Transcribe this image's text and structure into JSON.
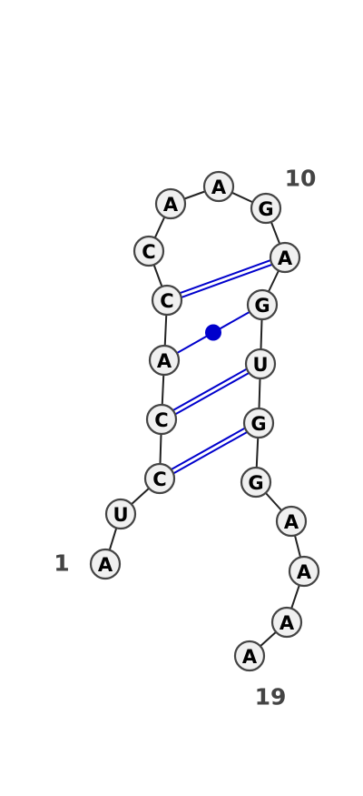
{
  "sequence": [
    "A",
    "U",
    "C",
    "C",
    "A",
    "C",
    "C",
    "A",
    "A",
    "G",
    "A",
    "G",
    "U",
    "G",
    "G",
    "A",
    "A",
    "A",
    "A"
  ],
  "labels": [
    {
      "index": 1,
      "text": "1"
    },
    {
      "index": 10,
      "text": "10"
    },
    {
      "index": 19,
      "text": "19"
    }
  ],
  "pairs": [
    {
      "i": 3,
      "j": 14,
      "type": "watson-crick"
    },
    {
      "i": 4,
      "j": 13,
      "type": "watson-crick"
    },
    {
      "i": 5,
      "j": 12,
      "type": "wobble"
    },
    {
      "i": 6,
      "j": 11,
      "type": "watson-crick"
    }
  ],
  "colors": {
    "pair": "#0000cc",
    "node_fill": "#f0f0f0",
    "node_stroke": "#444444",
    "backbone": "#222222",
    "label": "#444444"
  }
}
